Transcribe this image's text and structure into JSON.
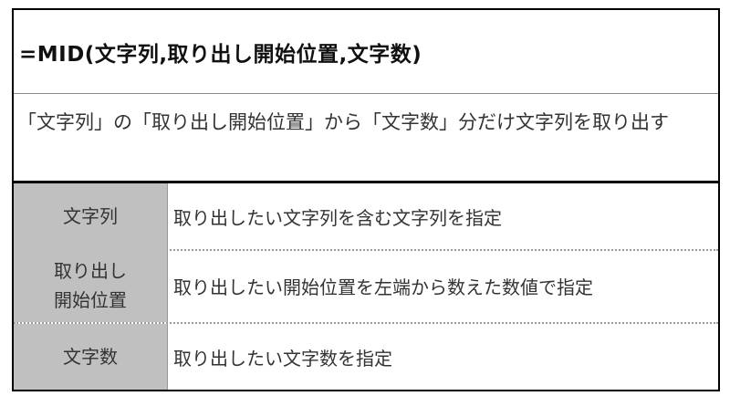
{
  "title": "=MID(文字列,取り出し開始位置,文字数)",
  "description": "「文字列」の「取り出し開始位置」から「文字数」分だけ文字列を取り出す",
  "rows": [
    {
      "key": "文字列",
      "value": "取り出したい文字列を含む文字列を指定"
    },
    {
      "key": "取り出し\n開始位置",
      "key_line1": "取り出し",
      "key_line2": "開始位置",
      "value": "取り出したい開始位置を左端から数えた数値で指定"
    },
    {
      "key": "文字数",
      "value": "取り出したい文字数を指定"
    }
  ]
}
